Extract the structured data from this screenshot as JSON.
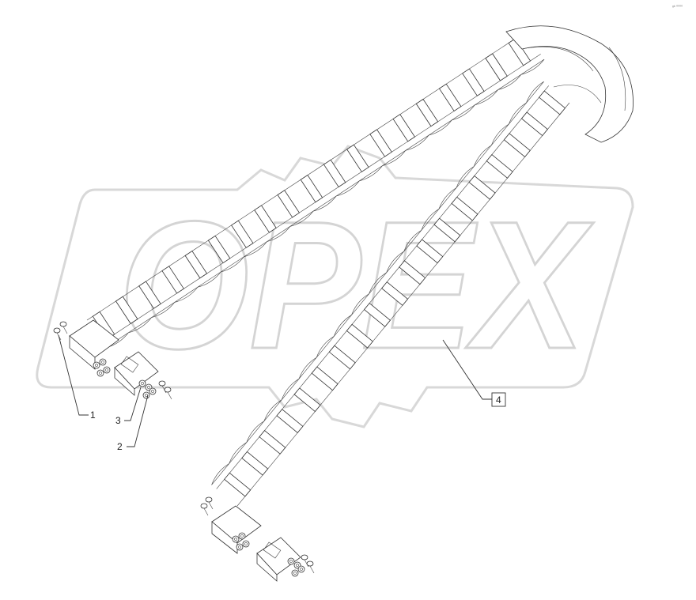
{
  "watermark": {
    "text": "OPEX",
    "color": "#d4d4d4"
  },
  "diagram_code": "ᵍᵇ ⁰⁰⁰⁰",
  "callouts": [
    {
      "id": "1",
      "label": "1"
    },
    {
      "id": "2",
      "label": "2"
    },
    {
      "id": "3",
      "label": "3"
    },
    {
      "id": "4",
      "label": "4"
    }
  ],
  "colors": {
    "line": "#333333",
    "background": "#ffffff"
  }
}
